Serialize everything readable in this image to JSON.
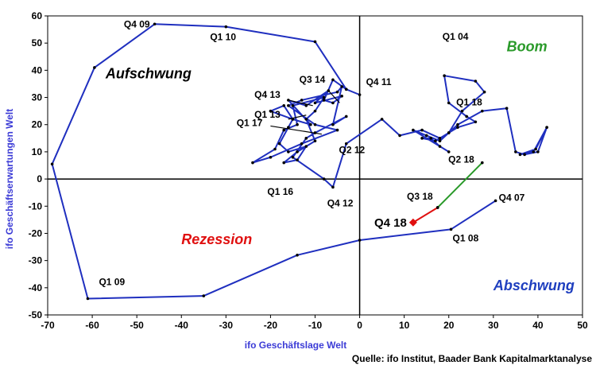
{
  "chart_data": {
    "type": "line",
    "xlabel": "ifo Geschäftslage Welt",
    "ylabel": "ifo Geschäftserwartungen Welt",
    "source": "Quelle: ifo Institut, Baader Bank Kapitalmarktanalyse",
    "xlim": [
      -70,
      50
    ],
    "ylim": [
      -50,
      60
    ],
    "xticks": [
      -70,
      -60,
      -50,
      -40,
      -30,
      -20,
      -10,
      0,
      10,
      20,
      30,
      40,
      50
    ],
    "yticks": [
      -50,
      -40,
      -30,
      -20,
      -10,
      0,
      10,
      20,
      30,
      40,
      50,
      60
    ],
    "grid": false,
    "quadrants": [
      {
        "text": "Aufschwung",
        "color": "#000000",
        "x": -57,
        "y": 37
      },
      {
        "text": "Boom",
        "color": "#2a9a2a",
        "x": 33,
        "y": 47
      },
      {
        "text": "Rezession",
        "color": "#e01010",
        "x": -40,
        "y": -24
      },
      {
        "text": "Abschwung",
        "color": "#1f3fbf",
        "x": 30,
        "y": -41
      }
    ],
    "series": [
      {
        "color": "#1f2fbf",
        "x": [
          30.5,
          20.5,
          0,
          -14,
          -35,
          -61,
          -69,
          -59.5,
          -46,
          -30,
          -10,
          -3,
          0,
          -3,
          -6,
          -8,
          -6,
          -4,
          -10,
          -7,
          -12,
          -16,
          -11,
          -15,
          -17,
          -20,
          -15,
          -16,
          -18,
          -16,
          -12,
          -14,
          -17,
          -14,
          -10,
          -12,
          -10,
          -8,
          -15,
          -14,
          -17,
          -19,
          -24,
          -20,
          -13,
          -5,
          -10,
          -16,
          -13,
          -5,
          -4,
          -6,
          -3,
          -10,
          -12,
          -15,
          -8,
          -6,
          -3,
          5,
          9,
          14,
          18,
          22,
          26,
          24,
          20,
          19,
          26,
          28,
          23,
          20,
          18,
          15,
          12,
          20,
          18,
          16,
          14,
          17,
          20,
          22,
          27.5,
          33,
          35,
          37,
          40,
          42,
          39.5,
          36,
          39,
          42
        ],
        "y": [
          -8,
          -18.5,
          -22.5,
          -28,
          -43,
          -44,
          5.5,
          41,
          57,
          56,
          50.5,
          33,
          31,
          33,
          36.5,
          29,
          28,
          30.5,
          28,
          32.5,
          27,
          29,
          20,
          22,
          27,
          25,
          22,
          19,
          13,
          10,
          12,
          7,
          6,
          10,
          14,
          22,
          25,
          30,
          27,
          20,
          18,
          11,
          6,
          8,
          13,
          18,
          20,
          27,
          29,
          32,
          34,
          20,
          23,
          17,
          15,
          8,
          0,
          -3,
          13,
          22,
          16,
          18,
          15,
          19,
          21,
          23,
          28,
          38,
          36,
          32,
          25,
          17,
          14,
          16,
          18,
          10,
          12,
          15,
          15,
          14,
          17,
          20,
          25,
          26,
          10,
          9,
          10,
          19,
          11,
          9,
          10,
          19
        ]
      },
      {
        "color": "#2a9a2a",
        "x": [
          27.5,
          17.5
        ],
        "y": [
          6,
          -10.5
        ]
      },
      {
        "color": "#e01010",
        "x": [
          17.5,
          12
        ],
        "y": [
          -10.5,
          -16
        ]
      }
    ],
    "annotations": [
      {
        "text": "Q4 09",
        "color": "#000000",
        "x": -46,
        "y": 57,
        "anchor": "end",
        "dx": -6,
        "dy": 4
      },
      {
        "text": "Q1 10",
        "color": "#000000",
        "x": -30,
        "y": 56,
        "anchor": "start",
        "dx": -20,
        "dy": 17
      },
      {
        "text": "Q1 09",
        "color": "#000000",
        "x": -61,
        "y": -44,
        "anchor": "start",
        "dx": 14,
        "dy": -17
      },
      {
        "text": "Q4 13",
        "color": "#000000",
        "x": -16,
        "y": 29,
        "anchor": "end",
        "dx": -10,
        "dy": -3
      },
      {
        "text": "Q3 14",
        "color": "#000000",
        "x": -7,
        "y": 32.5,
        "anchor": "end",
        "dx": -4,
        "dy": -10
      },
      {
        "text": "Q1 13",
        "color": "#000000",
        "x": -16,
        "y": 22,
        "anchor": "end",
        "dx": -10,
        "dy": -2
      },
      {
        "text": "Q1 17",
        "color": "#000000",
        "x": -20,
        "y": 19.5,
        "anchor": "end",
        "dx": -10,
        "dy": 0
      },
      {
        "text": "Q4 11",
        "color": "#000000",
        "x": 0,
        "y": 31,
        "anchor": "start",
        "dx": 8,
        "dy": -12
      },
      {
        "text": "Q2 12",
        "color": "#000000",
        "x": -10,
        "y": 13,
        "anchor": "start",
        "dx": 30,
        "dy": 12
      },
      {
        "text": "Q1 16",
        "color": "#000000",
        "x": -14,
        "y": 0,
        "anchor": "end",
        "dx": -5,
        "dy": 20
      },
      {
        "text": "Q4 12",
        "color": "#000000",
        "x": -8,
        "y": -3,
        "anchor": "start",
        "dx": 4,
        "dy": 24
      },
      {
        "text": "Q1 04",
        "color": "#000000",
        "x": 25,
        "y": 50,
        "anchor": "start",
        "dx": -36,
        "dy": -4
      },
      {
        "text": "Q1 18",
        "color": "#000000",
        "x": 27.5,
        "y": 25,
        "anchor": "end",
        "dx": 0,
        "dy": -7
      },
      {
        "text": "Q2 18",
        "color": "#2a9a2a",
        "x": 27.5,
        "y": 6,
        "anchor": "end",
        "dx": -10,
        "dy": 0
      },
      {
        "text": "Q3 18",
        "color": "#2a9a2a",
        "x": 17.5,
        "y": -10.5,
        "anchor": "end",
        "dx": -6,
        "dy": -10
      },
      {
        "text": "Q4 18",
        "color": "#e01010",
        "x": 12,
        "y": -16,
        "anchor": "end",
        "dx": -8,
        "dy": 5,
        "big": true
      },
      {
        "text": "Q4 07",
        "color": "#000000",
        "x": 30.5,
        "y": -8,
        "anchor": "start",
        "dx": 4,
        "dy": 0
      },
      {
        "text": "Q1 08",
        "color": "#000000",
        "x": 20.5,
        "y": -18.5,
        "anchor": "start",
        "dx": 2,
        "dy": 15
      }
    ],
    "lines": [
      {
        "x1": -20,
        "y1": 19.5,
        "x2": -8.5,
        "y2": 16.5,
        "color": "#000000"
      },
      {
        "x1": -16,
        "y1": 29,
        "x2": -10.5,
        "y2": 27,
        "color": "#000000"
      },
      {
        "x1": -16,
        "y1": 22,
        "x2": -12,
        "y2": 23.5,
        "color": "#000000"
      },
      {
        "x1": -7,
        "y1": 32.5,
        "x2": -4.5,
        "y2": 28,
        "color": "#000000"
      }
    ],
    "markers": [
      {
        "x": 12,
        "y": -16,
        "color": "#e01010",
        "shape": "diamond"
      }
    ]
  }
}
